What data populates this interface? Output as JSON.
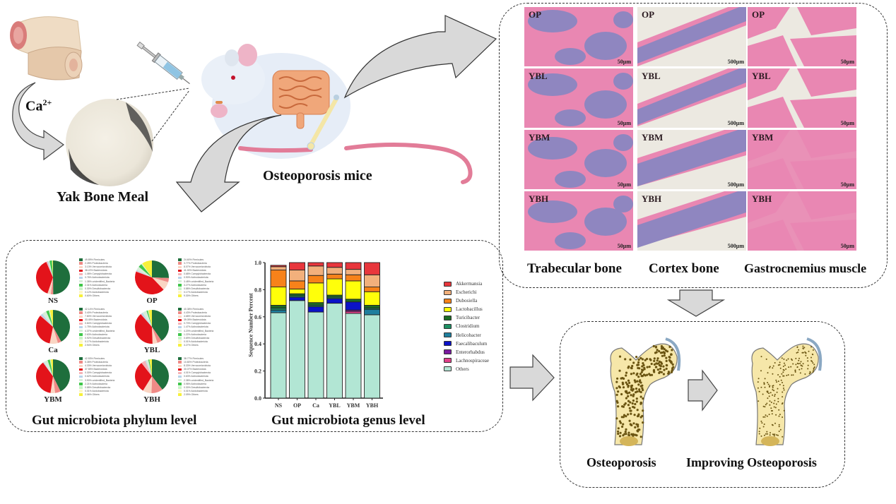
{
  "left_section": {
    "ion_label": "Ca",
    "ion_superscript": "2+",
    "product_label": "Yak Bone Meal",
    "model_label": "Osteoporosis mice"
  },
  "histology": {
    "columns": [
      "Trabecular bone",
      "Cortex bone",
      "Gastrocnemius muscle"
    ],
    "rows": [
      "OP",
      "YBL",
      "YBM",
      "YBH"
    ],
    "scales": [
      "50μm",
      "500μm",
      "50μm"
    ],
    "colors": {
      "eosin": "#e987b2",
      "hematoxylin": "#8f86c0",
      "background": "#ece9e1"
    }
  },
  "outcome": {
    "before_label": "Osteoporosis",
    "after_label": "Improving Osteoporosis"
  },
  "phylum_panel": {
    "title": "Gut microbiota phylum level",
    "legend_names": [
      "Firmicutes",
      "Proteobacteria",
      "Verrucomicrobiota",
      "Bacteroidota",
      "Campylobacterota",
      "Actinobacteriota",
      "unidentified_Bacteria",
      "Actinobacteria",
      "Desulfobacterota",
      "Acidobacteriota",
      "Others"
    ],
    "colors": [
      "#1e6e3c",
      "#f08a86",
      "#fad5c3",
      "#e3131a",
      "#f4b4b8",
      "#b7d3ea",
      "#d7eed9",
      "#3fc64a",
      "#c9f3c6",
      "#fdf7c4",
      "#f6f03a"
    ],
    "groups": [
      {
        "name": "NS",
        "percents": [
          "49.89%",
          "2.28%",
          "3.13%",
          "38.22%",
          "1.08%",
          "0.76%",
          "1.38%",
          "2.31%",
          "0.30%",
          "0.12%",
          "0.60%"
        ],
        "values": [
          49.89,
          2.28,
          3.13,
          38.22,
          1.08,
          0.76,
          1.38,
          2.31,
          0.3,
          0.12,
          0.6
        ]
      },
      {
        "name": "OP",
        "percents": [
          "24.60%",
          "3.77%",
          "8.07%",
          "41.00%",
          "0.68%",
          "0.90%",
          "3.48%",
          "3.27%",
          "0.88%",
          "0.17%",
          "9.30%"
        ],
        "values": [
          24.6,
          3.77,
          8.07,
          41.0,
          0.68,
          0.9,
          3.48,
          3.27,
          0.88,
          0.17,
          9.3
        ]
      },
      {
        "name": "Ca",
        "percents": [
          "42.14%",
          "3.40%",
          "7.80%",
          "33.45%",
          "0.84%",
          "1.75%",
          "4.37%",
          "2.63%",
          "0.92%",
          "0.17%",
          "2.94%"
        ],
        "values": [
          42.14,
          3.4,
          7.8,
          33.45,
          0.84,
          1.75,
          4.37,
          2.63,
          0.92,
          0.17,
          2.94
        ]
      },
      {
        "name": "YBL",
        "percents": [
          "40.38%",
          "4.43%",
          "4.68%",
          "39.05%",
          "0.70%",
          "1.47%",
          "4.20%",
          "1.22%",
          "0.69%",
          "0.01%",
          "3.27%"
        ],
        "values": [
          40.38,
          4.43,
          4.68,
          39.05,
          0.7,
          1.47,
          4.2,
          1.22,
          0.69,
          0.01,
          3.27
        ]
      },
      {
        "name": "YBM",
        "percents": [
          "42.53%",
          "5.38%",
          "4.33%",
          "37.55%",
          "0.30%",
          "0.62%",
          "3.90%",
          "2.21%",
          "0.88%",
          "0.01%",
          "2.06%"
        ],
        "values": [
          42.53,
          5.38,
          4.33,
          37.55,
          0.3,
          0.62,
          3.9,
          2.21,
          0.88,
          0.01,
          2.06
        ]
      },
      {
        "name": "YBH",
        "percents": [
          "38.77%",
          "10.80%",
          "8.33%",
          "30.07%",
          "4.01%",
          "0.63%",
          "2.38%",
          "0.98%",
          "0.30%",
          "0.01%",
          "2.09%"
        ],
        "values": [
          38.77,
          10.8,
          8.33,
          30.07,
          4.01,
          0.63,
          2.38,
          0.98,
          0.3,
          0.01,
          2.09
        ]
      }
    ]
  },
  "chart_data": {
    "type": "bar",
    "stacked": true,
    "title": "Gut microbiota genus level",
    "xlabel": "",
    "ylabel": "Sequence Number Percent",
    "ylim": [
      0,
      1.0
    ],
    "yticks": [
      "0.0",
      "0.2",
      "0.4",
      "0.6",
      "0.8",
      "1.0"
    ],
    "categories": [
      "NS",
      "OP",
      "Ca",
      "YBL",
      "YBM",
      "YBH"
    ],
    "legend_position": "right",
    "series": [
      {
        "name": "Others",
        "color": "#b2e6d4",
        "values": [
          0.63,
          0.72,
          0.635,
          0.7,
          0.625,
          0.615
        ]
      },
      {
        "name": "Lachnospiraceae",
        "color": "#e0408a",
        "values": [
          0.0,
          0.0,
          0.0,
          0.0,
          0.015,
          0.0
        ]
      },
      {
        "name": "Enterorhabdus",
        "color": "#7a1aa0",
        "values": [
          0.0,
          0.0,
          0.0,
          0.0,
          0.01,
          0.0
        ]
      },
      {
        "name": "Faecalibaculum",
        "color": "#0b12c8",
        "values": [
          0.0,
          0.025,
          0.04,
          0.035,
          0.06,
          0.0
        ]
      },
      {
        "name": "Helicobacter",
        "color": "#1f7f9e",
        "values": [
          0.02,
          0.0,
          0.0,
          0.0,
          0.0,
          0.04
        ]
      },
      {
        "name": "Clostridium",
        "color": "#1d8f63",
        "values": [
          0.015,
          0.01,
          0.01,
          0.01,
          0.0,
          0.01
        ]
      },
      {
        "name": "Turicibacter",
        "color": "#1c6b25",
        "values": [
          0.02,
          0.015,
          0.02,
          0.015,
          0.02,
          0.02
        ]
      },
      {
        "name": "Lactobacillus",
        "color": "#ffff0a",
        "values": [
          0.135,
          0.035,
          0.145,
          0.12,
          0.135,
          0.1
        ]
      },
      {
        "name": "Dubosiella",
        "color": "#f7821a",
        "values": [
          0.125,
          0.06,
          0.055,
          0.035,
          0.045,
          0.035
        ]
      },
      {
        "name": "Escherichi",
        "color": "#f2b07c",
        "values": [
          0.025,
          0.08,
          0.07,
          0.05,
          0.04,
          0.09
        ]
      },
      {
        "name": "Akkermansia",
        "color": "#e8363c",
        "values": [
          0.01,
          0.055,
          0.025,
          0.035,
          0.05,
          0.09
        ]
      }
    ],
    "legend_order": [
      "Akkermansia",
      "Escherichi",
      "Dubosiella",
      "Lactobacillus",
      "Turicibacter",
      "Clostridium",
      "Helicobacter",
      "Faecalibaculum",
      "Enterorhabdus",
      "Lachnospiraceae",
      "Others"
    ]
  }
}
